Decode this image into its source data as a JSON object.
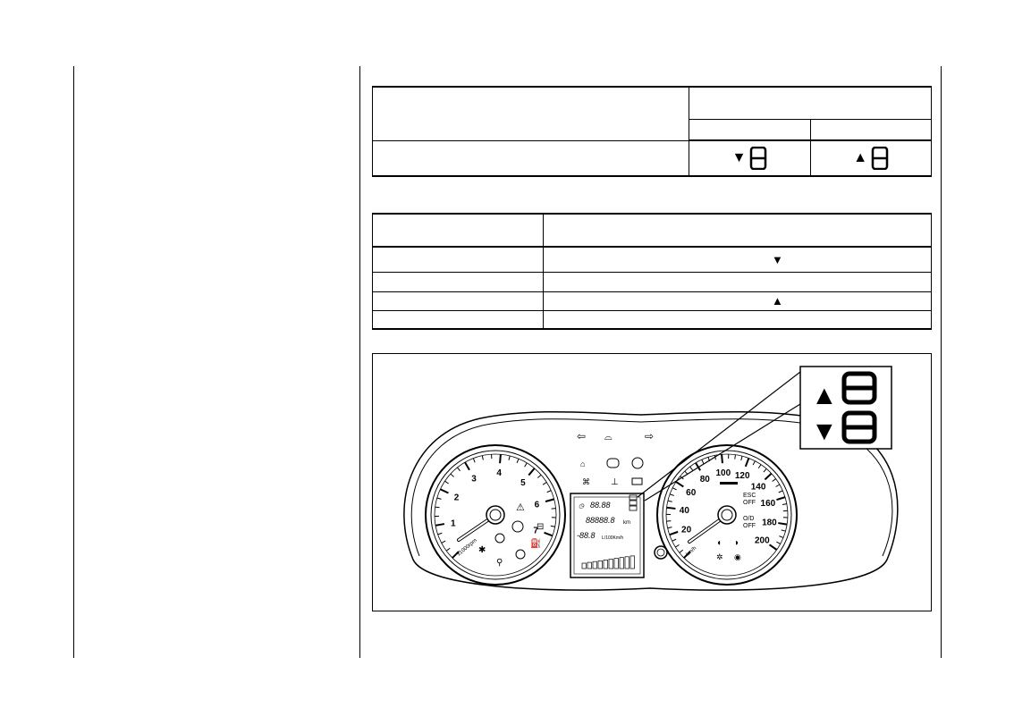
{
  "top_table": {
    "row_shift_down": {
      "arrow": "▼",
      "digit": "8"
    },
    "row_shift_up": {
      "arrow": "▲",
      "digit": "8"
    }
  },
  "mid_table": {
    "row_1_arrow": "▼",
    "row_3_arrow": "▲"
  },
  "figure": {
    "tach_ticks": [
      "1",
      "2",
      "3",
      "4",
      "5",
      "6",
      "7"
    ],
    "tach_unit": "x1000rpm",
    "speed_ticks": [
      "20",
      "40",
      "60",
      "80",
      "100",
      "120",
      "140",
      "160",
      "180",
      "200"
    ],
    "speed_unit": "km/h",
    "esc_label_1": "ESC",
    "esc_label_2": "OFF",
    "od_label_1": "O/D",
    "od_label_2": "OFF",
    "lcd_time": "88.88",
    "lcd_odo": "88888.8",
    "lcd_odo_unit": "km",
    "lcd_cons": "-88.8",
    "lcd_cons_unit": "L/100Km/h",
    "callout_up_arrow": "▲",
    "callout_down_arrow": "▼",
    "callout_digit": "8"
  },
  "colors": {
    "line": "#000000",
    "background": "#ffffff"
  }
}
